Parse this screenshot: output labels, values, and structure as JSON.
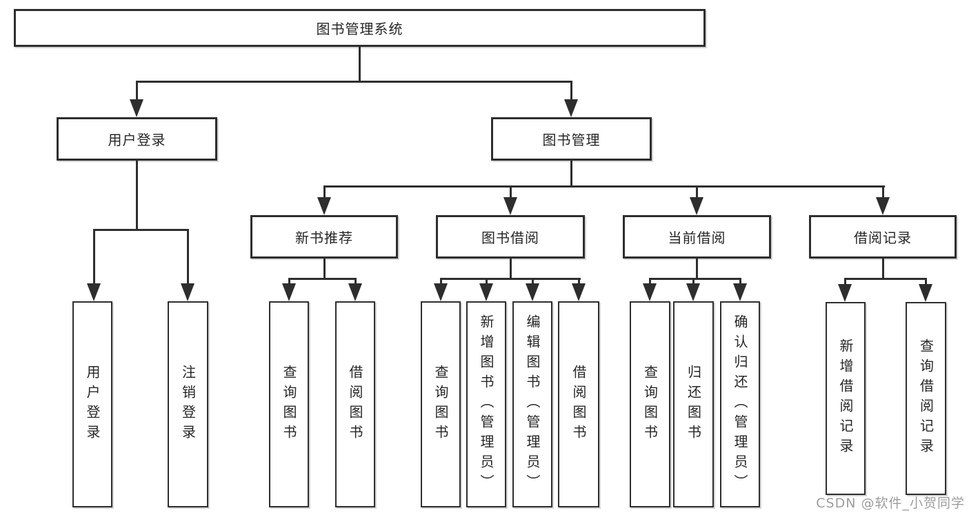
{
  "tree": {
    "label": "图书管理系统",
    "children": [
      {
        "label": "用户登录",
        "children": [
          {
            "label": "用户登录"
          },
          {
            "label": "注销登录"
          }
        ]
      },
      {
        "label": "图书管理",
        "children": [
          {
            "label": "新书推荐",
            "children": [
              {
                "label": "查询图书"
              },
              {
                "label": "借阅图书"
              }
            ]
          },
          {
            "label": "图书借阅",
            "children": [
              {
                "label": "查询图书"
              },
              {
                "label": "新增图书（管理员）"
              },
              {
                "label": "编辑图书（管理员）"
              },
              {
                "label": "借阅图书"
              }
            ]
          },
          {
            "label": "当前借阅",
            "children": [
              {
                "label": "查询图书"
              },
              {
                "label": "归还图书"
              },
              {
                "label": "确认归还（管理员）"
              }
            ]
          },
          {
            "label": "借阅记录",
            "children": [
              {
                "label": "新增借阅记录"
              },
              {
                "label": "查询借阅记录"
              }
            ]
          }
        ]
      }
    ]
  },
  "colors": {
    "node_border": "#2e2e2e",
    "connector": "#2e2e2e",
    "text": "#262626",
    "watermark": "#9c9c9c",
    "background": "#ffffff"
  },
  "watermark": {
    "text": "CSDN @软件_小贺同学"
  }
}
